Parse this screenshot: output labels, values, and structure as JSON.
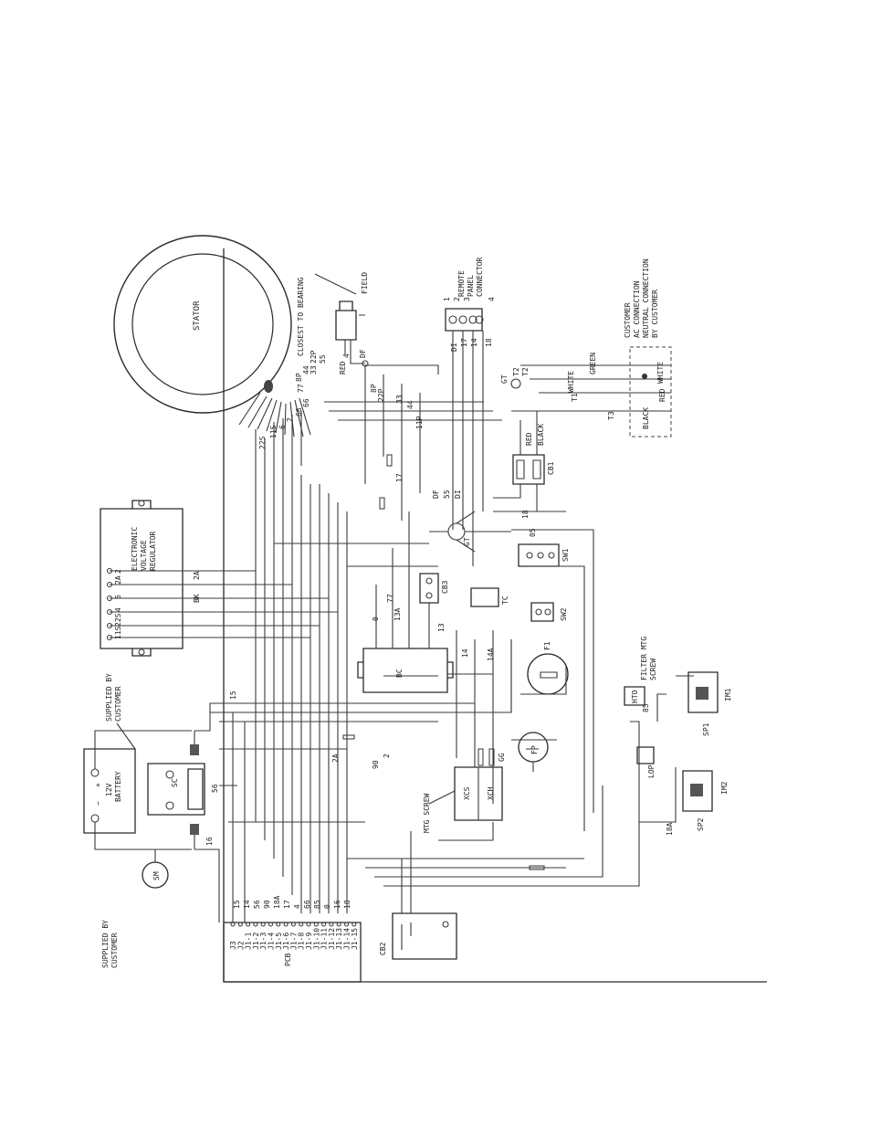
{
  "components": {
    "stator": "STATOR",
    "field": "FIELD",
    "closest_to_bearing": "CLOSEST TO BEARING",
    "remote_panel": [
      "REMOTE",
      "PANEL",
      "CONNECTOR"
    ],
    "customer_ac": [
      "CUSTOMER",
      "AC CONNECTION",
      "NEUTRAL CONNECTION",
      "BY CUSTOMER"
    ],
    "regulator": [
      "ELECTRONIC",
      "VOLTAGE",
      "REGULATOR"
    ],
    "supplied_by_customer": [
      "SUPPLIED BY",
      "CUSTOMER"
    ],
    "battery": [
      "12V",
      "BATTERY"
    ],
    "sc": "SC",
    "sm": "SM",
    "pcb": "PCB",
    "cb1": "CB1",
    "cb2": "CB2",
    "cb3": "CB3",
    "bc": "BC",
    "tc": "TC",
    "sw1": "SW1",
    "sw2": "SW2",
    "f1": "F1",
    "fp": "FP",
    "xcs": "XCS",
    "xch": "XCH",
    "mtg_screw": "MTG SCREW",
    "filter_mtg_screw": [
      "FILTER MTG",
      "SCREW"
    ],
    "hto": "HTO",
    "lop": "LOP",
    "sp1": "SP1",
    "sp2": "SP2",
    "im1": "IM1",
    "im2": "IM2",
    "gt": "GT"
  },
  "wire_labels": {
    "stator_leads": [
      "22S",
      "11S",
      "6",
      "2",
      "66",
      "66",
      "77",
      "8P",
      "44",
      "33",
      "22P",
      "55"
    ],
    "field_leads": [
      "RED",
      "4",
      "DF"
    ],
    "remote_pins": [
      "1",
      "2",
      "3",
      "4"
    ],
    "remote_wires": [
      "DI",
      "17",
      "14",
      "18"
    ],
    "ac_colors": [
      "GREEN",
      "WHITE",
      "WHITE",
      "RED",
      "BLACK",
      "BLACK",
      "RED"
    ],
    "terminals": [
      "T2",
      "T2",
      "T1",
      "T3"
    ],
    "regulator_pins": [
      "11S",
      "22S",
      "4",
      "6",
      "2A",
      "2",
      "BK",
      "2A"
    ],
    "pcb_pins": [
      "J3",
      "J2",
      "J1-1",
      "J1-2",
      "J1-3",
      "J1-4",
      "J1-5",
      "J1-6",
      "J1-7",
      "J1-8",
      "J1-9",
      "J1-10",
      "J1-11",
      "J1-12",
      "J1-13",
      "J1-14",
      "J1-15"
    ],
    "pcb_wires": [
      "15",
      "14",
      "56",
      "90",
      "18A",
      "17",
      "4",
      "66",
      "85",
      "0",
      "16",
      "18"
    ],
    "misc": [
      "8P",
      "11P",
      "44",
      "33",
      "22P",
      "55",
      "DF",
      "DI",
      "17",
      "18",
      "05",
      "13A",
      "13",
      "14",
      "14A",
      "77",
      "0",
      "2A",
      "2",
      "15",
      "16",
      "56",
      "90",
      "85",
      "18A",
      "GG"
    ]
  }
}
